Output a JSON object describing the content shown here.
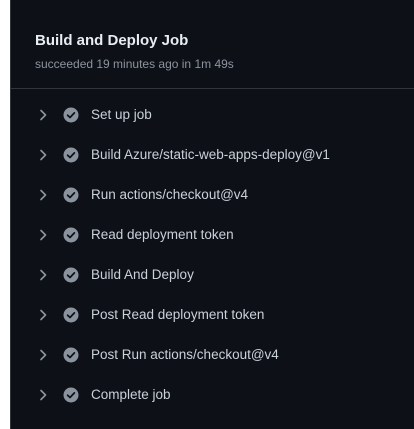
{
  "job": {
    "title": "Build and Deploy Job",
    "meta": "succeeded 19 minutes ago in 1m 49s"
  },
  "steps": [
    {
      "label": "Set up job",
      "status": "success"
    },
    {
      "label": "Build Azure/static-web-apps-deploy@v1",
      "status": "success"
    },
    {
      "label": "Run actions/checkout@v4",
      "status": "success"
    },
    {
      "label": "Read deployment token",
      "status": "success"
    },
    {
      "label": "Build And Deploy",
      "status": "success"
    },
    {
      "label": "Post Read deployment token",
      "status": "success"
    },
    {
      "label": "Post Run actions/checkout@v4",
      "status": "success"
    },
    {
      "label": "Complete job",
      "status": "success"
    }
  ],
  "icons": {
    "expand": "chevron-right-icon",
    "status": "check-circle-icon"
  },
  "colors": {
    "background": "#0d1117",
    "border": "#30363d",
    "title": "#e6edf3",
    "muted": "#8b949e",
    "step_text": "#c9d1d9",
    "status_icon": "#8b949e"
  }
}
